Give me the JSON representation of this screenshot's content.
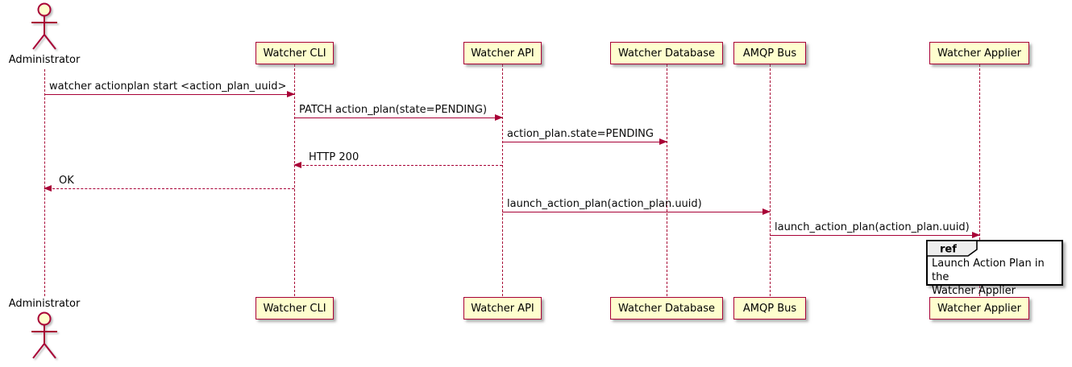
{
  "diagram": {
    "kind": "sequence-diagram",
    "colors": {
      "participant_fill": "#FEFECE",
      "stroke": "#A80036",
      "text": "#000000",
      "ref_tab_fill": "#EEEEEE",
      "ref_border": "#000000"
    }
  },
  "actors": [
    {
      "name": "Administrator"
    }
  ],
  "participants": [
    {
      "label": "Watcher CLI"
    },
    {
      "label": "Watcher API"
    },
    {
      "label": "Watcher Database"
    },
    {
      "label": "AMQP Bus"
    },
    {
      "label": "Watcher Applier"
    }
  ],
  "messages": [
    {
      "from": "Administrator",
      "to": "Watcher CLI",
      "label": "watcher actionplan start <action_plan_uuid>",
      "line": "solid"
    },
    {
      "from": "Watcher CLI",
      "to": "Watcher API",
      "label": "PATCH action_plan(state=PENDING)",
      "line": "solid"
    },
    {
      "from": "Watcher API",
      "to": "Watcher Database",
      "label": "action_plan.state=PENDING",
      "line": "solid"
    },
    {
      "from": "Watcher API",
      "to": "Watcher CLI",
      "label": "HTTP 200",
      "line": "dashed"
    },
    {
      "from": "Watcher CLI",
      "to": "Administrator",
      "label": "OK",
      "line": "dashed"
    },
    {
      "from": "Watcher API",
      "to": "AMQP Bus",
      "label": "launch_action_plan(action_plan.uuid)",
      "line": "solid"
    },
    {
      "from": "AMQP Bus",
      "to": "Watcher Applier",
      "label": "launch_action_plan(action_plan.uuid)",
      "line": "solid"
    }
  ],
  "ref": {
    "keyword": "ref",
    "text": "Launch Action Plan in the\nWatcher Applier"
  }
}
